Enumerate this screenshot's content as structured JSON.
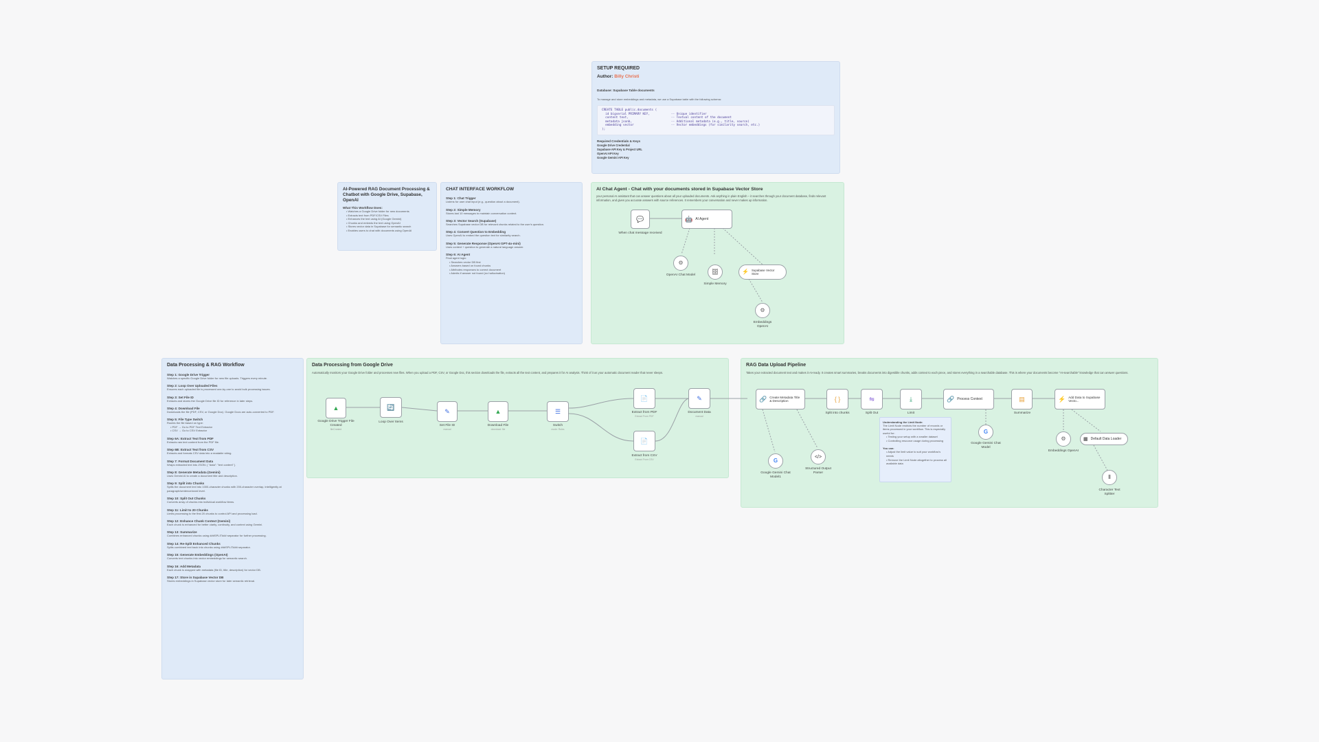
{
  "setup": {
    "title": "SETUP REQUIRED",
    "author_label": "Author:",
    "author_name": "Billy Christi",
    "db_heading": "Database: Supabase Table documents",
    "db_desc": "To manage and store embeddings and metadata, we use a Supabase table with the following schema:",
    "sql": "CREATE TABLE public.documents (\n  id bigserial PRIMARY KEY,            -- Unique identifier\n  content text,                        -- Textual content of the document\n  metadata jsonb,                      -- Additional metadata (e.g., title, source)\n  embedding vector                     -- Vector embeddings (for similarity search, etc.)\n);",
    "cred_heading": "Required Credentials & Keys",
    "creds": [
      "Google Drive Credential",
      "Supabase API Key & Project URL",
      "OpenAI API Key",
      "Google Gemini API Key"
    ]
  },
  "overview": {
    "title": "AI-Powered RAG Document Processing & Chatbot with Google Drive, Supabase, OpenAI",
    "what_heading": "What This Workflow Does:",
    "items": [
      "Watches a Google Drive folder for new documents",
      "Extracts text from PDF/CSV Files",
      "Enhances the text using AI (Google Gemini)",
      "Chunks and embeds the text using OpenAI",
      "Stores vector data in Supabase for semantic search",
      "Enables users to chat with documents using OpenAI"
    ]
  },
  "chat_workflow": {
    "title": "CHAT INTERFACE WORKFLOW",
    "steps": [
      {
        "h": "Step 1: Chat Trigger",
        "d": "Listens for user chat input (e.g., question about a document)."
      },
      {
        "h": "Step 2: Simple Memory",
        "d": "Stores last 10 messages to maintain conversation context."
      },
      {
        "h": "Step 3: Vector Search (Supabase)",
        "d": "Searches Supabase vector DB for relevant chunks related to the user's question."
      },
      {
        "h": "Step 4: Convert Question to Embedding",
        "d": "Uses OpenAI to embed the question text for similarity search."
      },
      {
        "h": "Step 5: Generate Response (OpenAI GPT-4o-mini)",
        "d": "Uses context + question to generate a natural language answer."
      },
      {
        "h": "Step 6: AI Agent",
        "d": "Final agent logic:"
      }
    ],
    "agent_items": [
      "Searches vector DB first",
      "Answers based on found chunks",
      "Attributes responses to correct document",
      "Admits if answer not found (no hallucination)"
    ]
  },
  "chat_agent": {
    "title": "AI Chat Agent - Chat with your documents stored in Supabase Vector Store",
    "desc": "your personal AI assistant that can answer questions about all your uploaded documents. Ask anything in plain English – it searches through your document database, finds relevant information, and gives you accurate answers with source references. It remembers your conversation and never makes up information.",
    "nodes": {
      "trigger": "When chat message received",
      "agent": "AI Agent",
      "openai_model": "OpenAI Chat Model",
      "memory": "Simple Memory",
      "vector": "Supabase Vector Store",
      "embeddings": "Embeddings OpenAI"
    }
  },
  "rag_steps": {
    "title": "Data Processing & RAG Workflow",
    "steps": [
      {
        "h": "Step 1: Google Drive Trigger",
        "d": "Watches a specific Google Drive folder for new file uploads. Triggers every minute."
      },
      {
        "h": "Step 2: Loop Over Uploaded Files",
        "d": "Ensures each uploaded file is processed one-by-one to avoid bulk processing issues."
      },
      {
        "h": "Step 3: Set File ID",
        "d": "Extracts and stores the Google Drive file ID for reference in later steps."
      },
      {
        "h": "Step 4: Download File",
        "d": "Downloads the file (PDF, CSV, or Google Doc). Google Docs are auto-converted to PDF."
      },
      {
        "h": "Step 5: File Type Switch",
        "d": "Routes the file based on type:",
        "items": [
          "PDF → Go to PDF Text Extractor",
          "CSV → Go to CSV Extractor"
        ]
      },
      {
        "h": "Step 6A: Extract Text from PDF",
        "d": "Extracts raw text content from the PDF file."
      },
      {
        "h": "Step 6B: Extract Text from CSV",
        "d": "Extracts and formats CSV data into a readable string."
      },
      {
        "h": "Step 7: Format Document Data",
        "d": "Wraps extracted text into JSON: { \"data\": \"text content\" }"
      },
      {
        "h": "Step 8: Generate Metadata (Gemini)",
        "d": "Uses Gemini AI to create a document title and description."
      },
      {
        "h": "Step 9: Split into Chunks",
        "d": "Splits the document text into 1000-character chunks with 200-character overlap, intelligently at paragraph/sentence/word level."
      },
      {
        "h": "Step 10: Split Out Chunks",
        "d": "Converts array of chunks into individual workflow items."
      },
      {
        "h": "Step 11: Limit to 20 Chunks",
        "d": "Limits processing to the first 20 chunks to control API and processing load."
      },
      {
        "h": "Step 12: Enhance Chunk Context (Gemini)",
        "d": "Each chunk is enhanced for better clarity, continuity, and context using Gemini."
      },
      {
        "h": "Step 13: Summarize",
        "d": "Combines enhanced chunks using ###SPLIT### separator for further processing."
      },
      {
        "h": "Step 14: Re-Split Enhanced Chunks",
        "d": "Splits combined text back into chunks using ###SPLIT### separator."
      },
      {
        "h": "Step 15: Generate Embeddings (OpenAI)",
        "d": "Converts text chunks into vector embeddings for semantic search."
      },
      {
        "h": "Step 16: Add Metadata",
        "d": "Each chunk is wrapped with metadata (file ID, title, description) for vector DB."
      },
      {
        "h": "Step 17: Store in Supabase Vector DB",
        "d": "Stores embeddings in Supabase vector store for later semantic retrieval."
      }
    ]
  },
  "gdrive_proc": {
    "title": "Data Processing from Google Drive",
    "desc": "Automatically monitors your Google Drive folder and processes new files. When you upload a PDF, CSV, or Google Doc, this section downloads the file, extracts all the text content, and prepares it for AI analysis. Think of it as your automatic document reader that never sleeps.",
    "nodes": {
      "trigger": "Google Drive Trigger File Created",
      "trigger_sub": "fileCreated",
      "loop": "Loop Over Items",
      "setid": "Set File ID",
      "setid_sub": "manual",
      "download": "Download File",
      "download_sub": "download: file",
      "switch": "Switch",
      "switch_sub": "mode: Rules",
      "pdf": "Extract from PDF",
      "pdf_sub": "Extract From PDF",
      "csv": "Extract from CSV",
      "csv_sub": "Extract From CSV",
      "docdata": "Document Data",
      "docdata_sub": "manual"
    }
  },
  "rag_upload": {
    "title": "RAG Data Upload Pipeline",
    "desc": "Takes your extracted document text and makes it AI-ready. It creates smart summaries, breaks documents into digestible chunks, adds context to each piece, and stores everything in a searchable database. This is where your documents become \"AI-searchable\" knowledge that can answer questions.",
    "nodes": {
      "metadata": "Create Metadata Title & Description",
      "gemini1": "Google Gemini Chat Model1",
      "parser": "Structured Output Parser",
      "split": "Split into chunks",
      "splitout": "Split Out",
      "limit": "Limit",
      "process": "Process Context",
      "gemini2": "Google Gemini Chat Model",
      "summarize": "Summarize",
      "adddata": "Add Data to Supabase Vecto...",
      "embeddings": "Embeddings OpenAI",
      "loader": "Default Data Loader",
      "splitter": "Character Text Splitter"
    },
    "sticky": {
      "h1": "Understanding the Limit Node:",
      "p1": "The Limit Node restricts the number of records or items processed in your workflow. This is especially useful for:",
      "b1": "Testing your setup with a smaller dataset",
      "b2": "Controlling resource usage during processing",
      "h2": "You can:",
      "c1": "Adjust the limit value to suit your workflow's needs",
      "c2": "Remove the Limit Node altogether to process all available data"
    }
  },
  "colors": {
    "blue_note": "#dfeaf8",
    "green_note": "#d9f2e2",
    "author": "#e8704f",
    "code": "#4b3d99"
  }
}
